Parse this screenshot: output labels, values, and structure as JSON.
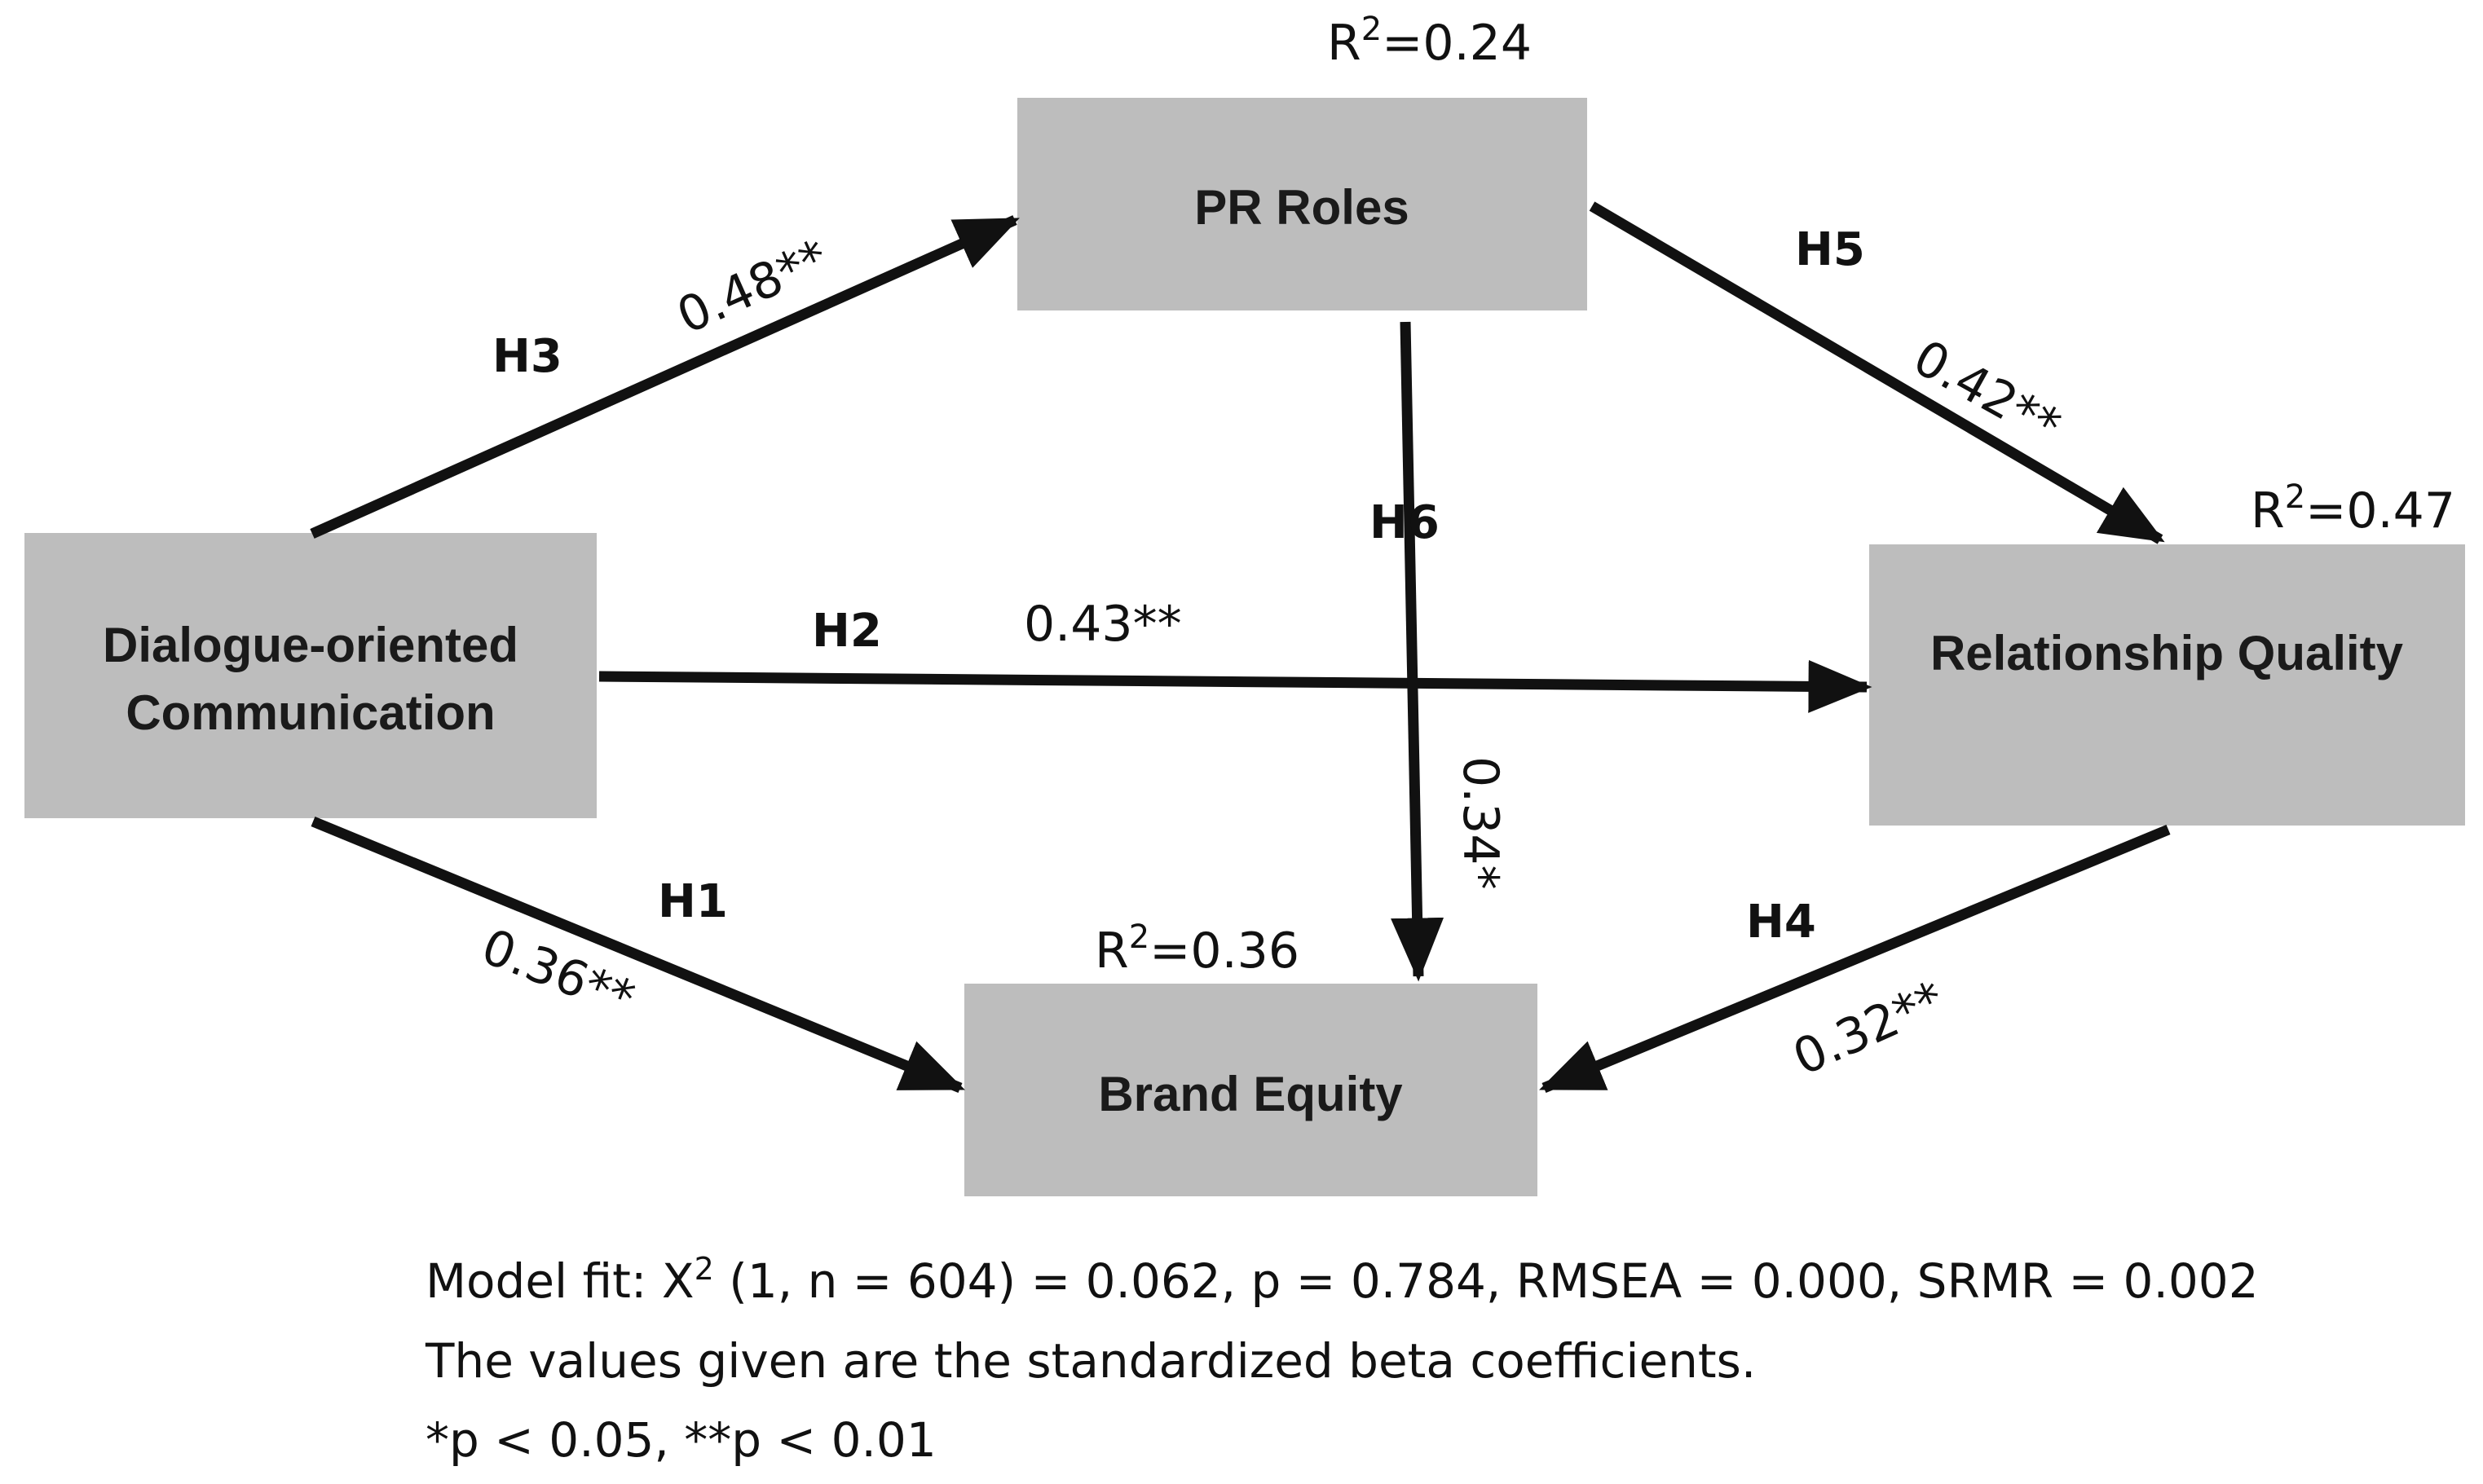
{
  "nodes": {
    "dialogue": {
      "line1": "Dialogue-oriented",
      "line2": "Communication"
    },
    "pr_roles": {
      "label": "PR Roles",
      "r2_prefix": "R",
      "r2_sup": "2",
      "r2_value": "=0.24"
    },
    "relationship": {
      "label": "Relationship Quality",
      "r2_prefix": "R",
      "r2_sup": "2",
      "r2_value": "=0.47"
    },
    "brand": {
      "label": "Brand Equity",
      "r2_prefix": "R",
      "r2_sup": "2",
      "r2_value": "=0.36"
    }
  },
  "paths": {
    "h1": {
      "label": "H1",
      "coef": "0.36**",
      "from": "Dialogue-oriented Communication",
      "to": "Brand Equity"
    },
    "h2": {
      "label": "H2",
      "coef": "0.43**",
      "from": "Dialogue-oriented Communication",
      "to": "Relationship Quality"
    },
    "h3": {
      "label": "H3",
      "coef": "0.48**",
      "from": "Dialogue-oriented Communication",
      "to": "PR Roles"
    },
    "h4": {
      "label": "H4",
      "coef": "0.32**",
      "from": "Relationship Quality",
      "to": "Brand Equity"
    },
    "h5": {
      "label": "H5",
      "coef": "0.42**",
      "from": "PR Roles",
      "to": "Relationship Quality"
    },
    "h6": {
      "label": "H6",
      "coef": "0.34*",
      "from": "PR Roles",
      "to": "Brand Equity"
    }
  },
  "notes": {
    "fit_prefix": "Model fit: X",
    "fit_sup": "2",
    "fit_rest": " (1, n = 604) = 0.062, p = 0.784, RMSEA = 0.000, SRMR = 0.002",
    "line2": "The values given are the standardized beta coefficients.",
    "line3": "*p < 0.05, **p < 0.01"
  }
}
